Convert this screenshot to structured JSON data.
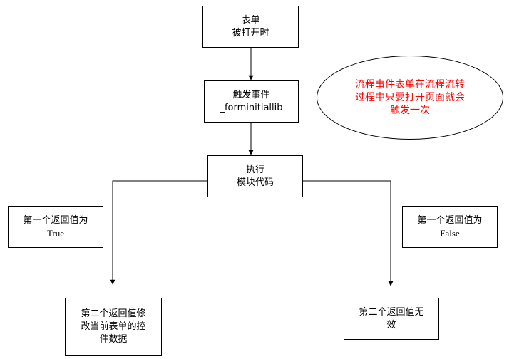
{
  "nodes": {
    "form_open": {
      "line1": "表单",
      "line2": "被打开时"
    },
    "trigger": {
      "line1": "触发事件",
      "line2": "_forminitiallib"
    },
    "execute": {
      "line1": "执行",
      "line2": "模块代码"
    },
    "first_true": {
      "line1": "第一个返回值为",
      "line2": "True"
    },
    "first_false": {
      "line1": "第一个返回值为",
      "line2": "False"
    },
    "second_modify": {
      "line1": "第二个返回值修",
      "line2": "改当前表单的控",
      "line3": "件数据"
    },
    "second_invalid": {
      "line1": "第二个返回值无",
      "line2": "效"
    }
  },
  "note": {
    "line1": "流程事件表单在流程流转",
    "line2": "过程中只要打开页面就会",
    "line3": "触发一次",
    "color": "#ff0000"
  }
}
